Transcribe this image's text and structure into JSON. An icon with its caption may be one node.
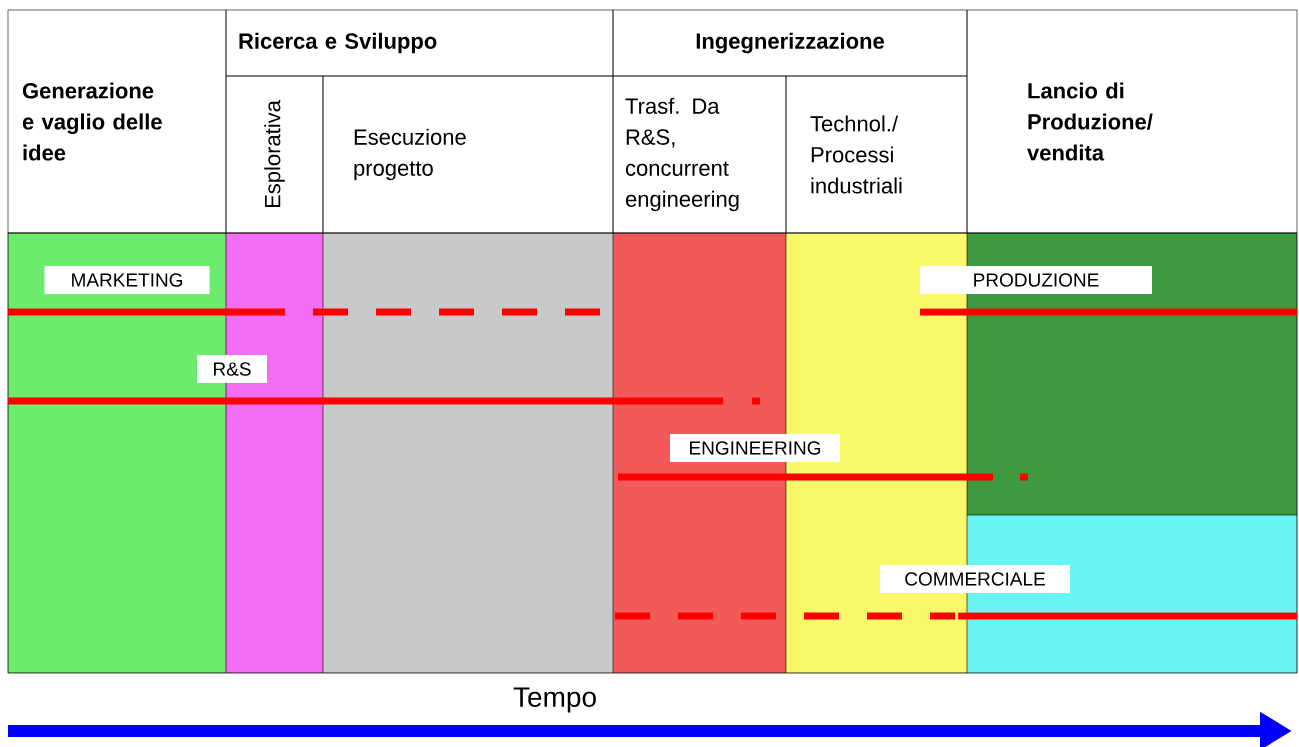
{
  "diagram": {
    "nodes": [
      {
        "text": [
          "Generazione e vaglio delle idee"
        ]
      },
      {
        "text": [
          "Ricerca e Sviluppo"
        ]
      },
      {
        "text": [
          "Esplorativa"
        ]
      },
      {
        "text": [
          "Esecuzione progetto"
        ]
      },
      {
        "text": [
          "Ingegnerizzazione"
        ]
      },
      {
        "text": [
          "Trasf. Da R&S, concurrent engineering"
        ]
      },
      {
        "text": [
          "Technol./ Processi industriali"
        ]
      },
      {
        "text": [
          "Lancio di Produzione/ vendita"
        ]
      }
    ],
    "labels": [
      "MARKETING",
      "R&S",
      "PRODUZIONE",
      "ENGINEERING",
      "COMMERCIALE",
      "Tempo"
    ]
  }
}
